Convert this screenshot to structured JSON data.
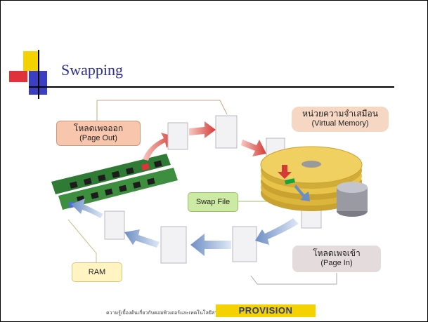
{
  "slide": {
    "title": "Swapping",
    "footer_text": "ความรู้เบื้องต้นเกี่ยวกับคอมพิวเตอร์และเทคโนโลยีสารสนเทศ",
    "logo_text": "PROVISION"
  },
  "labels": {
    "page_out_thai": "โหลดเพจออก",
    "page_out_en": "(Page Out)",
    "virtual_memory_thai": "หน่วยความจำเสมือน",
    "virtual_memory_en": "(Virtual Memory)",
    "swap_file": "Swap File",
    "ram": "RAM",
    "page_in_thai": "โหลดเพจเข้า",
    "page_in_en": "(Page In)"
  },
  "colors": {
    "title": "#2b2f8f",
    "arrow_out": "#d9534f",
    "arrow_in": "#7f9cc9",
    "disk": "#e8c54a",
    "ram_board": "#2f7a35",
    "accent_yellow": "#f4d200",
    "accent_red": "#e0323a",
    "accent_blue": "#3a3fc4"
  }
}
